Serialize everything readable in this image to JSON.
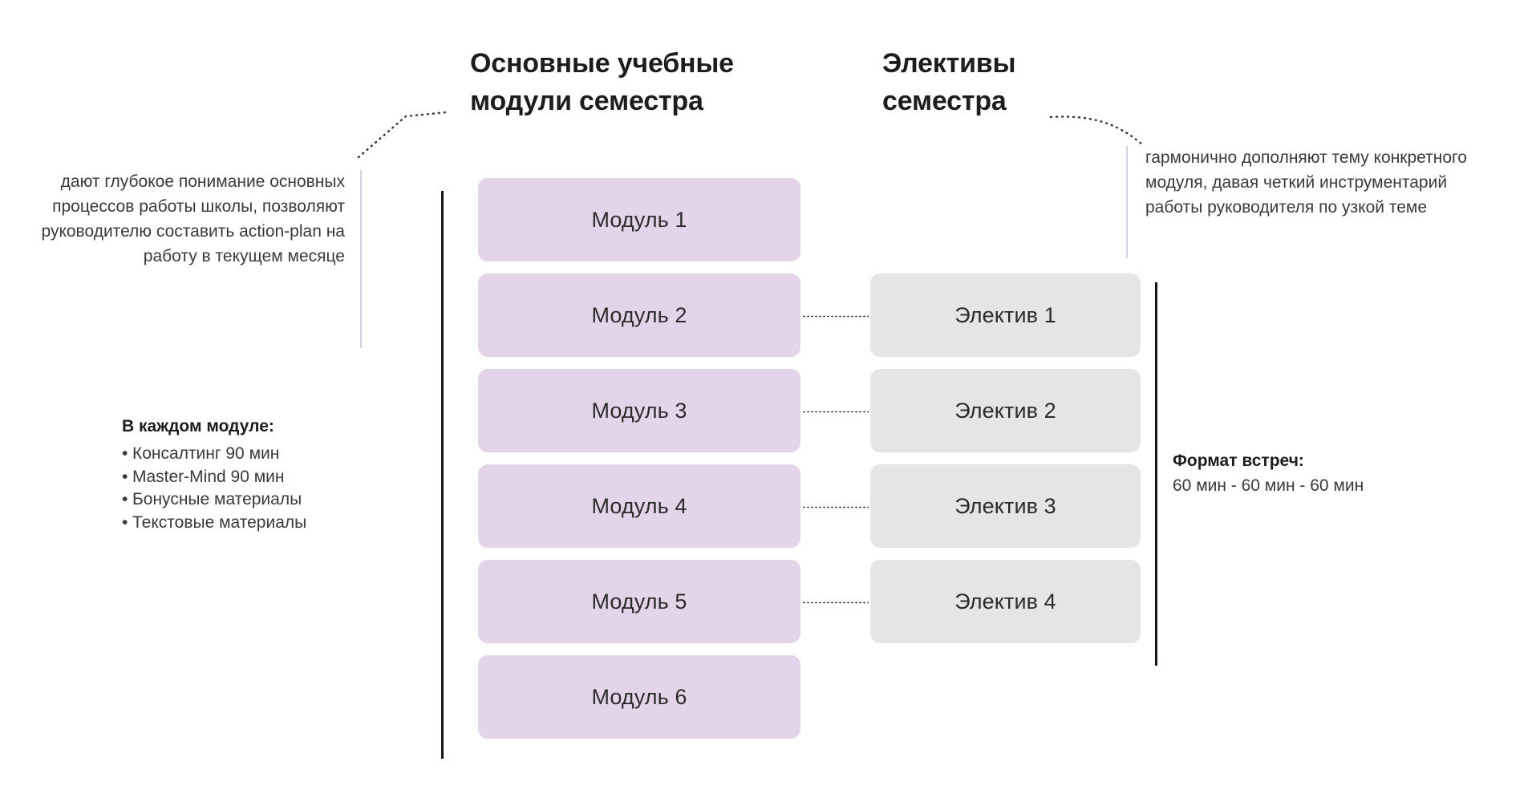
{
  "headings": {
    "modules_title": "Основные учебные модули семестра",
    "electives_title": "Элективы семестра"
  },
  "annotations": {
    "left_text": "дают глубокое понимание основных процессов работы школы, позволяют руководителю составить action-plan на работу в текущем месяце",
    "right_text": "гармонично дополняют тему конкретного модуля, давая четкий инструментарий работы руководителя по узкой теме"
  },
  "module_details": {
    "title": "В каждом модуле:",
    "items": [
      "Консалтинг 90 мин",
      "Master-Mind 90 мин",
      "Бонусные материалы",
      "Текстовые материалы"
    ],
    "bullet_glyph": "•"
  },
  "meeting_format": {
    "title": "Формат встреч:",
    "value": "60 мин - 60 мин - 60 мин"
  },
  "modules": [
    {
      "label": "Модуль 1"
    },
    {
      "label": "Модуль 2"
    },
    {
      "label": "Модуль 3"
    },
    {
      "label": "Модуль 4"
    },
    {
      "label": "Модуль 5"
    },
    {
      "label": "Модуль 6"
    }
  ],
  "electives": [
    {
      "label": "Электив 1"
    },
    {
      "label": "Электив 2"
    },
    {
      "label": "Электив 3"
    },
    {
      "label": "Электив 4"
    }
  ],
  "colors": {
    "module_fill": "#e4d4ea",
    "elective_fill": "#e5e5e5",
    "bracket": "#141414",
    "accent_rule": "#d9cfe0",
    "heading_text": "#1d1d1d",
    "body_text": "#3a3a3a",
    "background": "#ffffff"
  }
}
